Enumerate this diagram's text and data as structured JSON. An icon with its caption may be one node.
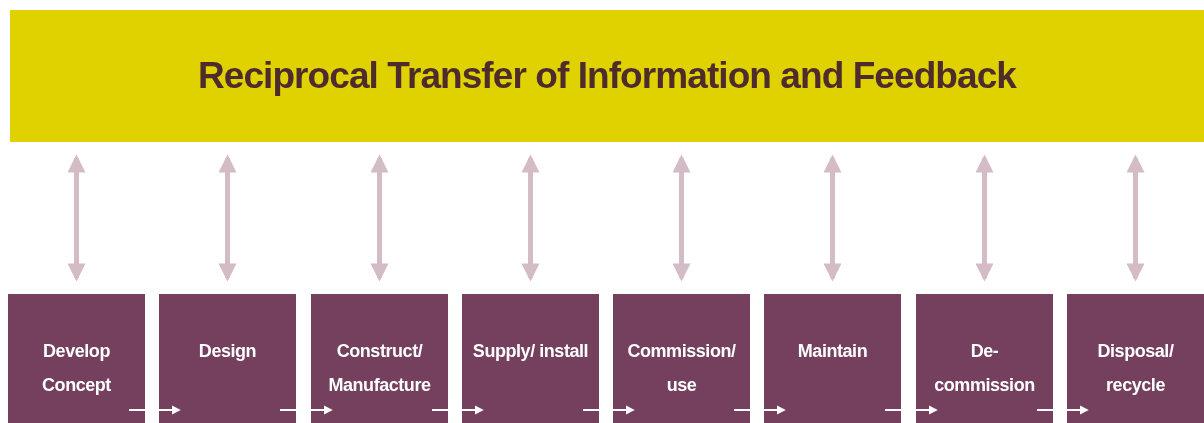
{
  "diagram": {
    "nodes": [
      {
        "text": [
          "Reciprocal Transfer of Information and Feedback"
        ]
      },
      {
        "text": [
          "Develop Concept"
        ]
      },
      {
        "text": [
          "Design"
        ]
      },
      {
        "text": [
          "Construct/ Manufacture"
        ]
      },
      {
        "text": [
          "Supply/ install"
        ]
      },
      {
        "text": [
          "Commission/ use"
        ]
      },
      {
        "text": [
          "Maintain"
        ]
      },
      {
        "text": [
          "De- commission"
        ]
      },
      {
        "text": [
          "Disposal/ recycle"
        ]
      }
    ],
    "edges": [
      {
        "from": 0,
        "to": 1,
        "arrow": "both"
      },
      {
        "from": 0,
        "to": 2,
        "arrow": "both"
      },
      {
        "from": 0,
        "to": 3,
        "arrow": "both"
      },
      {
        "from": 0,
        "to": 4,
        "arrow": "both"
      },
      {
        "from": 0,
        "to": 5,
        "arrow": "both"
      },
      {
        "from": 0,
        "to": 6,
        "arrow": "both"
      },
      {
        "from": 0,
        "to": 7,
        "arrow": "both"
      },
      {
        "from": 0,
        "to": 8,
        "arrow": "both"
      },
      {
        "from": 1,
        "to": 2,
        "arrow": "to",
        "color": "#ffffff"
      },
      {
        "from": 2,
        "to": 3,
        "arrow": "to",
        "color": "#ffffff"
      },
      {
        "from": 3,
        "to": 4,
        "arrow": "to",
        "color": "#ffffff"
      },
      {
        "from": 4,
        "to": 5,
        "arrow": "to",
        "color": "#ffffff"
      },
      {
        "from": 5,
        "to": 6,
        "arrow": "to",
        "color": "#ffffff"
      },
      {
        "from": 6,
        "to": 7,
        "arrow": "to",
        "color": "#ffffff"
      },
      {
        "from": 7,
        "to": 8,
        "arrow": "to",
        "color": "#ffffff"
      }
    ]
  }
}
